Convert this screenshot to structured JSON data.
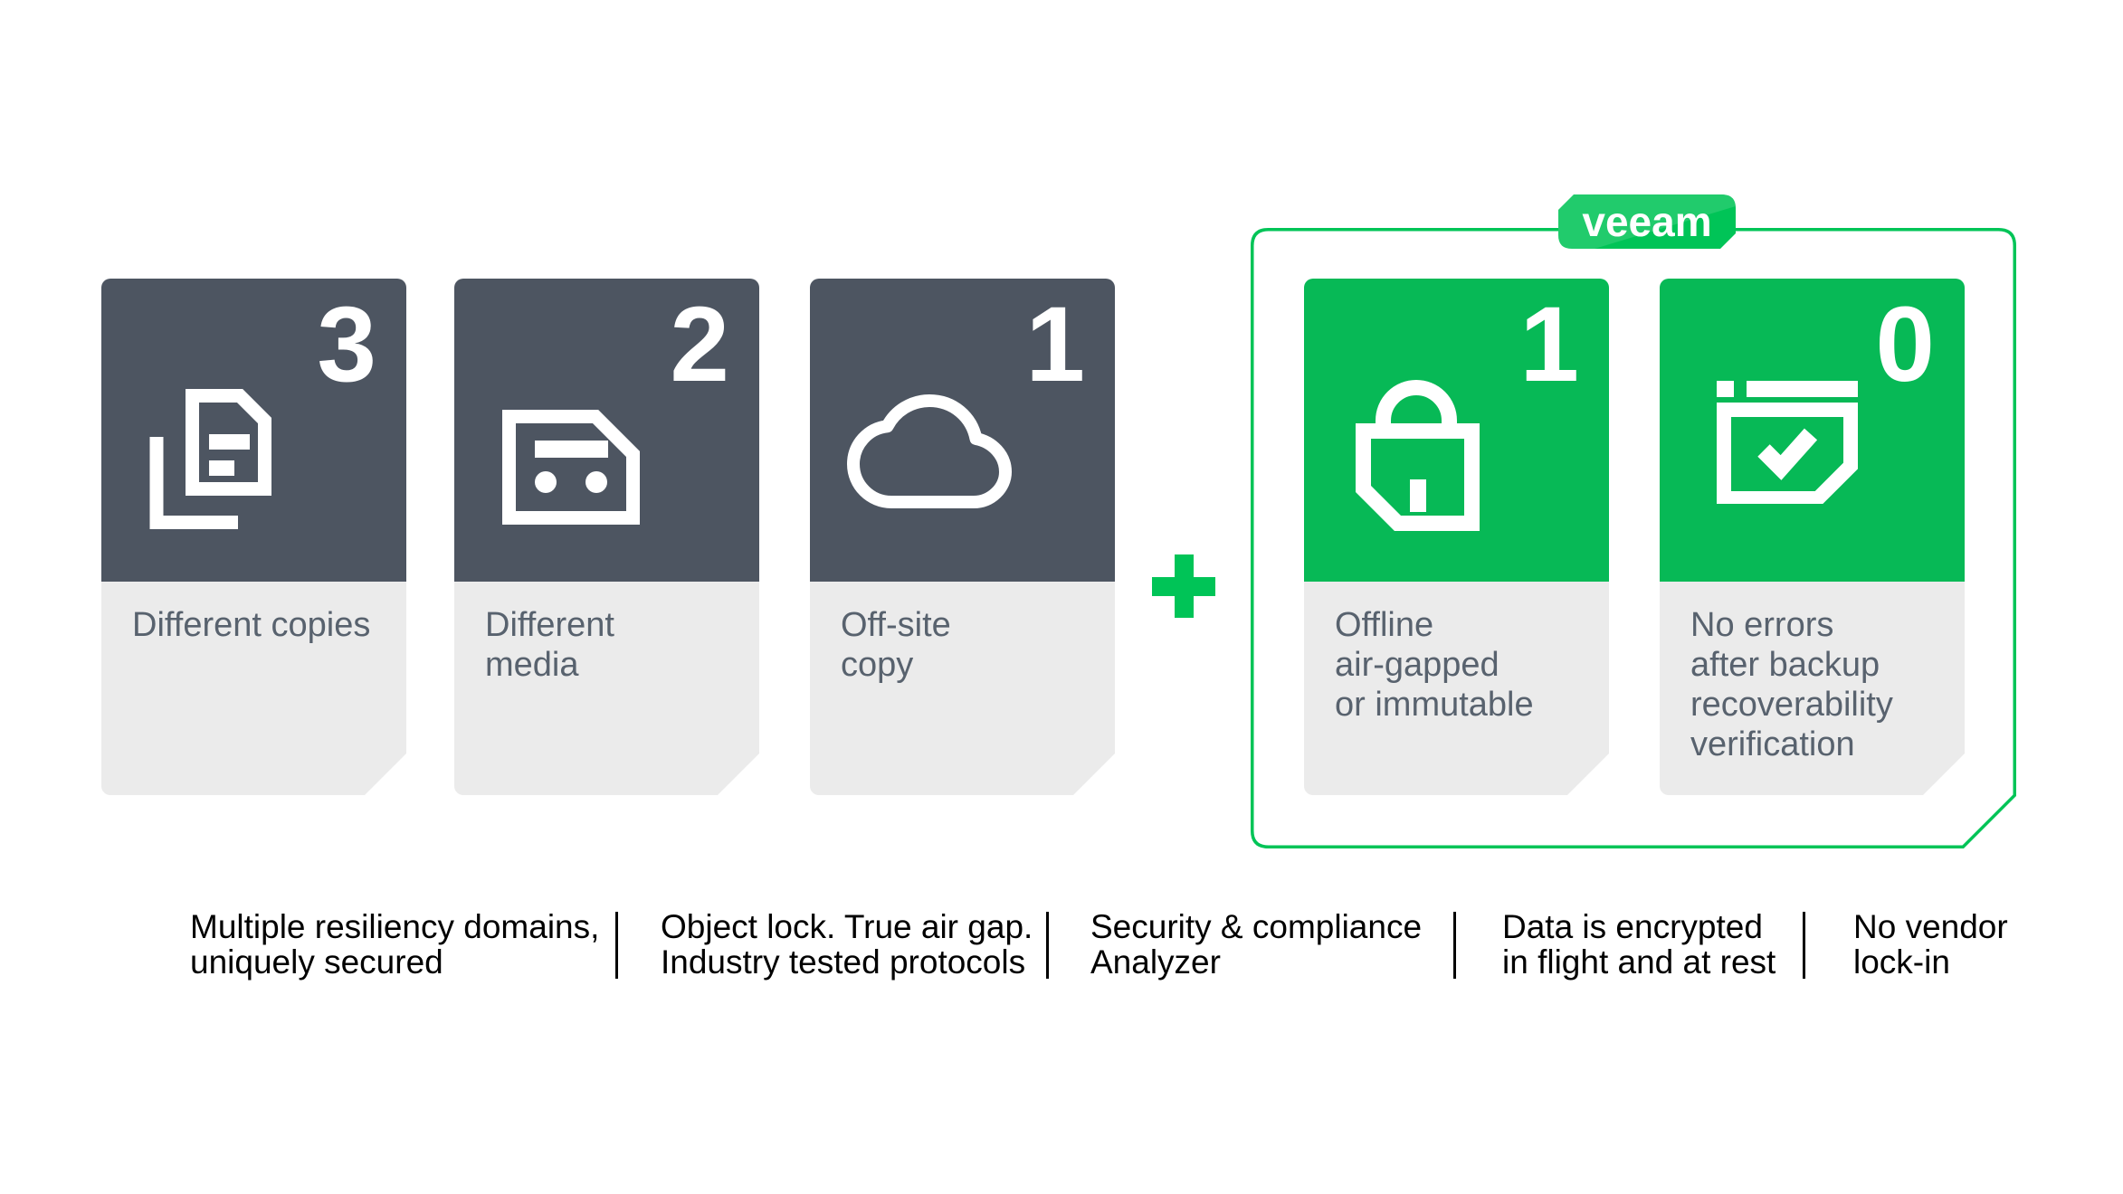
{
  "brand": {
    "logo_text": "veeam",
    "green_fill": "#07b956",
    "green_accent": "#00c457",
    "dark_slate": "#4d5561",
    "light_gray": "#ebebeb",
    "label_color": "#58626e"
  },
  "plus_symbol": "+",
  "cards": [
    {
      "number": "3",
      "theme": "dark",
      "icon": "document-copies-icon",
      "label_lines": [
        "Different copies"
      ]
    },
    {
      "number": "2",
      "theme": "dark",
      "icon": "tape-media-icon",
      "label_lines": [
        "Different",
        "media"
      ]
    },
    {
      "number": "1",
      "theme": "dark",
      "icon": "cloud-icon",
      "label_lines": [
        "Off-site",
        "copy"
      ]
    },
    {
      "number": "1",
      "theme": "green",
      "icon": "padlock-icon",
      "label_lines": [
        "Offline",
        "air-gapped",
        "or immutable"
      ]
    },
    {
      "number": "0",
      "theme": "green",
      "icon": "window-check-icon",
      "label_lines": [
        "No errors",
        "after backup",
        "recoverability",
        "verification"
      ]
    }
  ],
  "footer_items": [
    {
      "lines": [
        "Multiple resiliency domains,",
        "uniquely secured"
      ]
    },
    {
      "lines": [
        "Object lock. True air gap.",
        "Industry tested protocols"
      ]
    },
    {
      "lines": [
        "Security & compliance",
        "Analyzer"
      ]
    },
    {
      "lines": [
        "Data is encrypted",
        "in flight and at rest"
      ]
    },
    {
      "lines": [
        "No vendor",
        "lock-in"
      ]
    }
  ]
}
